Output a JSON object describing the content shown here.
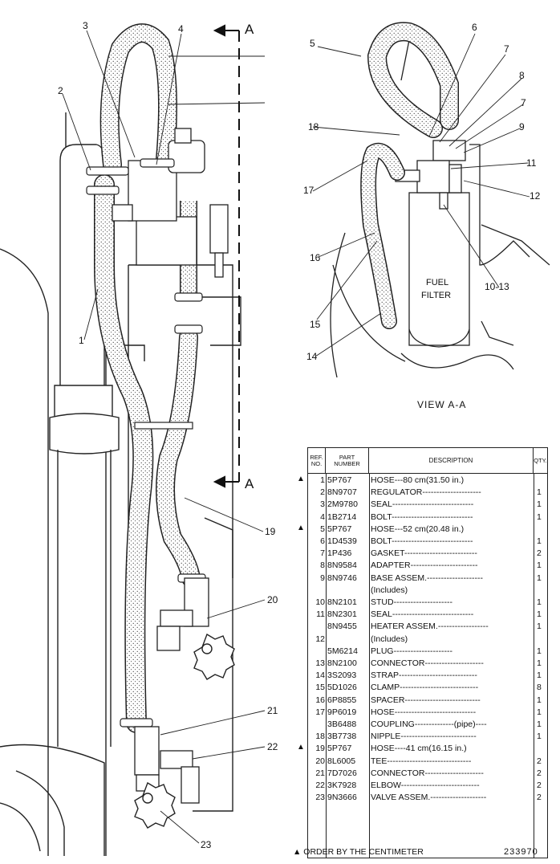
{
  "section_marker": "A",
  "view_title": "VIEW A-A",
  "fuel_filter_label": [
    "FUEL",
    "FILTER"
  ],
  "callouts": [
    "1",
    "2",
    "3",
    "4",
    "5",
    "6",
    "7",
    "8",
    "7",
    "9",
    "11",
    "12",
    "10-13",
    "14",
    "15",
    "16",
    "17",
    "18",
    "19",
    "20",
    "21",
    "22",
    "23"
  ],
  "table": {
    "headers": {
      "ref": "REF. NO.",
      "part": "PART NUMBER",
      "desc": "DESCRIPTION",
      "qty": "QTY."
    },
    "rows": [
      {
        "mark": "▲",
        "ref": "1",
        "part": "5P767",
        "desc": "HOSE---80 cm(31.50 in.)",
        "qty": ""
      },
      {
        "mark": "",
        "ref": "2",
        "part": "8N9707",
        "desc": "REGULATOR---------------------",
        "qty": "1"
      },
      {
        "mark": "",
        "ref": "3",
        "part": "2M9780",
        "desc": "SEAL-----------------------------",
        "qty": "1"
      },
      {
        "mark": "",
        "ref": "4",
        "part": "1B2714",
        "desc": "BOLT-----------------------------",
        "qty": "1"
      },
      {
        "mark": "▲",
        "ref": "5",
        "part": "5P767",
        "desc": "HOSE---52 cm(20.48 in.)",
        "qty": ""
      },
      {
        "mark": "",
        "ref": "6",
        "part": "1D4539",
        "desc": "BOLT-----------------------------",
        "qty": "1"
      },
      {
        "mark": "",
        "ref": "7",
        "part": "1P436",
        "desc": "GASKET--------------------------",
        "qty": "2"
      },
      {
        "mark": "",
        "ref": "8",
        "part": "8N9584",
        "desc": "ADAPTER------------------------",
        "qty": "1"
      },
      {
        "mark": "",
        "ref": "9",
        "part": "8N9746",
        "desc": "BASE ASSEM.--------------------",
        "qty": "1"
      },
      {
        "mark": "",
        "ref": "",
        "part": "",
        "desc": "(Includes)",
        "qty": ""
      },
      {
        "mark": "",
        "ref": "10",
        "part": "8N2101",
        "desc": "STUD---------------------",
        "qty": "1"
      },
      {
        "mark": "",
        "ref": "11",
        "part": "8N2301",
        "desc": "SEAL-----------------------------",
        "qty": "1"
      },
      {
        "mark": "",
        "ref": "",
        "part": "8N9455",
        "desc": "HEATER ASSEM.------------------",
        "qty": "1"
      },
      {
        "mark": "",
        "ref": "12",
        "part": "",
        "desc": "(Includes)",
        "qty": ""
      },
      {
        "mark": "",
        "ref": "",
        "part": "5M6214",
        "desc": "PLUG---------------------",
        "qty": "1"
      },
      {
        "mark": "",
        "ref": "13",
        "part": "8N2100",
        "desc": "CONNECTOR---------------------",
        "qty": "1"
      },
      {
        "mark": "",
        "ref": "14",
        "part": "3S2093",
        "desc": "STRAP----------------------------",
        "qty": "1"
      },
      {
        "mark": "",
        "ref": "15",
        "part": "5D1026",
        "desc": "CLAMP----------------------------",
        "qty": "8"
      },
      {
        "mark": "",
        "ref": "16",
        "part": "6P8855",
        "desc": "SPACER---------------------------",
        "qty": "1"
      },
      {
        "mark": "",
        "ref": "17",
        "part": "9P6019",
        "desc": "HOSE-----------------------------",
        "qty": "1"
      },
      {
        "mark": "",
        "ref": "",
        "part": "3B6488",
        "desc": "COUPLING--------------(pipe)----",
        "qty": "1"
      },
      {
        "mark": "",
        "ref": "18",
        "part": "3B7738",
        "desc": "NIPPLE---------------------------",
        "qty": "1"
      },
      {
        "mark": "▲",
        "ref": "19",
        "part": "5P767",
        "desc": "HOSE----41 cm(16.15 in.)",
        "qty": ""
      },
      {
        "mark": "",
        "ref": "20",
        "part": "8L6005",
        "desc": "TEE------------------------------",
        "qty": "2"
      },
      {
        "mark": "",
        "ref": "21",
        "part": "7D7026",
        "desc": "CONNECTOR---------------------",
        "qty": "2"
      },
      {
        "mark": "",
        "ref": "22",
        "part": "3K7928",
        "desc": "ELBOW----------------------------",
        "qty": "2"
      },
      {
        "mark": "",
        "ref": "23",
        "part": "9N3666",
        "desc": "VALVE ASSEM.--------------------",
        "qty": "2"
      }
    ]
  },
  "footnote": "▲ ORDER BY THE CENTIMETER",
  "drawing_number": "233970"
}
